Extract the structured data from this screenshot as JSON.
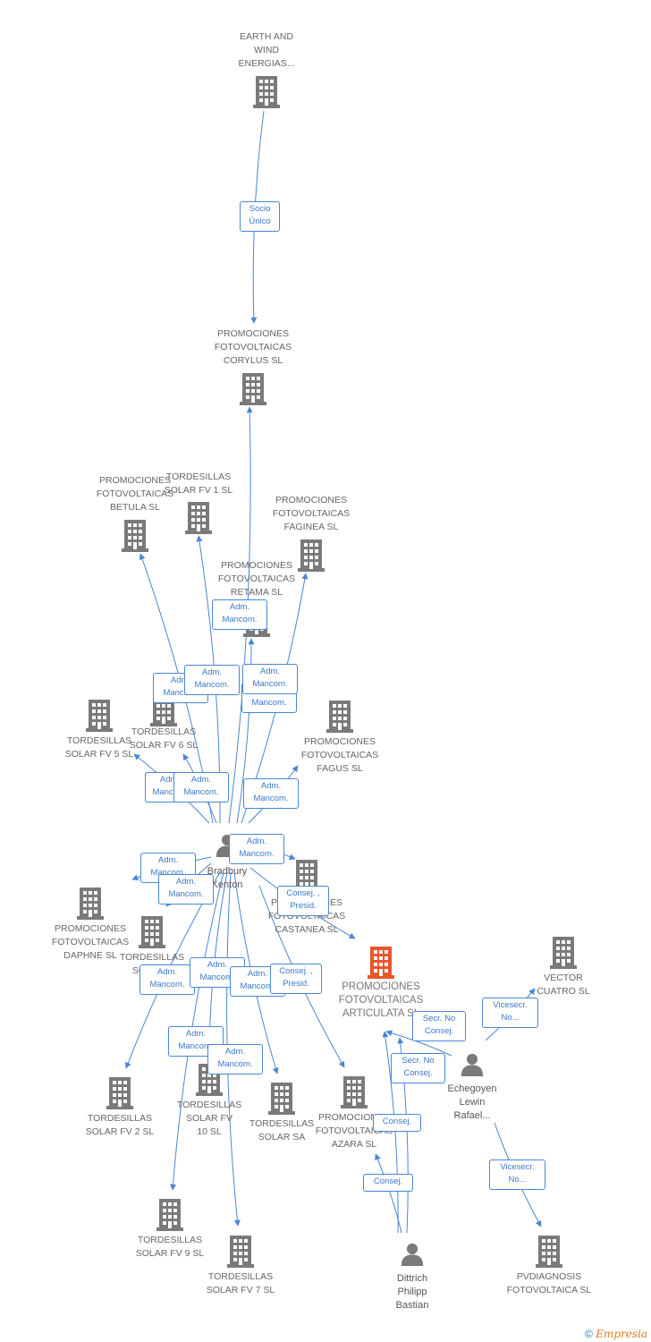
{
  "colors": {
    "company": "#7a7a7a",
    "primary_company": "#e8572a",
    "person": "#7a7a7a",
    "link": "#4a86d4"
  },
  "nodes": [
    {
      "id": "earth",
      "type": "company",
      "label_lines": [
        "EARTH AND",
        "WIND",
        "ENERGIAS..."
      ]
    },
    {
      "id": "corylus",
      "type": "company",
      "label_lines": [
        "PROMOCIONES",
        "FOTOVOLTAICAS",
        "CORYLUS SL"
      ]
    },
    {
      "id": "betula",
      "type": "company",
      "label_lines": [
        "PROMOCIONES",
        "FOTOVOLTAICAS",
        "BETULA SL"
      ]
    },
    {
      "id": "fv1",
      "type": "company",
      "label_lines": [
        "TORDESILLAS",
        "SOLAR FV 1 SL"
      ]
    },
    {
      "id": "faginea",
      "type": "company",
      "label_lines": [
        "PROMOCIONES",
        "FOTOVOLTAICAS",
        "FAGINEA SL"
      ]
    },
    {
      "id": "retama",
      "type": "company",
      "label_lines": [
        "PROMOCIONES",
        "FOTOVOLTAICAS",
        "RETAMA SL"
      ]
    },
    {
      "id": "fv5",
      "type": "company",
      "label_lines": [
        "TORDESILLAS",
        "SOLAR FV 5 SL"
      ]
    },
    {
      "id": "fv6",
      "type": "company",
      "label_lines": [
        "TORDESILLAS",
        "SOLAR FV 6 SL"
      ]
    },
    {
      "id": "fagus",
      "type": "company",
      "label_lines": [
        "PROMOCIONES",
        "FOTOVOLTAICAS",
        "FAGUS SL"
      ]
    },
    {
      "id": "castanea",
      "type": "company",
      "label_lines": [
        "PROMOCIONES",
        "FOTOVOLTAICAS",
        "CASTANEA SL"
      ]
    },
    {
      "id": "daphne",
      "type": "company",
      "label_lines": [
        "PROMOCIONES",
        "FOTOVOLTAICAS",
        "DAPHNE SL"
      ]
    },
    {
      "id": "solarsl",
      "type": "company",
      "label_lines": [
        "TORDESILLAS",
        "SOLAR..."
      ]
    },
    {
      "id": "articulata",
      "type": "primary",
      "label_lines": [
        "PROMOCIONES",
        "FOTOVOLTAICAS",
        "ARTICULATA SL"
      ]
    },
    {
      "id": "vector",
      "type": "company",
      "label_lines": [
        "VECTOR",
        "CUATRO SL"
      ]
    },
    {
      "id": "fv2",
      "type": "company",
      "label_lines": [
        "TORDESILLAS",
        "SOLAR FV 2 SL"
      ]
    },
    {
      "id": "fv10",
      "type": "company",
      "label_lines": [
        "TORDESILLAS",
        "SOLAR FV",
        "10 SL"
      ]
    },
    {
      "id": "solarsa",
      "type": "company",
      "label_lines": [
        "TORDESILLAS",
        "SOLAR SA"
      ]
    },
    {
      "id": "azara",
      "type": "company",
      "label_lines": [
        "PROMOCIONES",
        "FOTOVOLTAICAS",
        "AZARA SL"
      ]
    },
    {
      "id": "fv9",
      "type": "company",
      "label_lines": [
        "TORDESILLAS",
        "SOLAR FV 9 SL"
      ]
    },
    {
      "id": "fv7",
      "type": "company",
      "label_lines": [
        "TORDESILLAS",
        "SOLAR FV 7 SL"
      ]
    },
    {
      "id": "pvdiag",
      "type": "company",
      "label_lines": [
        "PVDIAGNOSIS",
        "FOTOVOLTAICA SL"
      ]
    },
    {
      "id": "bradbury",
      "type": "person",
      "label_lines": [
        "Bradbury",
        "Kenton"
      ]
    },
    {
      "id": "echegoyen",
      "type": "person",
      "label_lines": [
        "Echegoyen",
        "Lewin",
        "Rafael..."
      ]
    },
    {
      "id": "dittrich",
      "type": "person",
      "label_lines": [
        "Dittrich",
        "Philipp",
        "Bastian"
      ]
    }
  ],
  "edges": [
    {
      "from": "earth",
      "to": "corylus",
      "label": "Socio Único",
      "label_lines": [
        "Socio",
        "Único"
      ]
    },
    {
      "from": "bradbury",
      "to": "corylus",
      "label": "Adm. Mancom.",
      "label_lines": [
        "Adm.",
        "Mancom."
      ]
    },
    {
      "from": "bradbury",
      "to": "betula",
      "label": "Adm. Mancom.",
      "label_lines": [
        "Adm.",
        "Mancom."
      ]
    },
    {
      "from": "bradbury",
      "to": "fv1",
      "label": "Adm. Mancom.",
      "label_lines": [
        "Adm.",
        "Mancom."
      ]
    },
    {
      "from": "bradbury",
      "to": "faginea",
      "label": "Adm. Mancom.",
      "label_lines": [
        "Adm.",
        "Mancom."
      ]
    },
    {
      "from": "bradbury",
      "to": "retama",
      "label": "Adm. Mancom.",
      "label_lines": [
        "Adm.",
        "Mancom."
      ]
    },
    {
      "from": "bradbury",
      "to": "fv5",
      "label": "Adm. Mancom.",
      "label_lines": [
        "Adm.",
        "Mancom."
      ]
    },
    {
      "from": "bradbury",
      "to": "fv6",
      "label": "Adm. Mancom.",
      "label_lines": [
        "Adm.",
        "Mancom."
      ]
    },
    {
      "from": "bradbury",
      "to": "fagus",
      "label": "Adm. Mancom.",
      "label_lines": [
        "Adm.",
        "Mancom."
      ]
    },
    {
      "from": "bradbury",
      "to": "castanea",
      "label": "Adm. Mancom.",
      "label_lines": [
        "Adm.",
        "Mancom."
      ]
    },
    {
      "from": "bradbury",
      "to": "daphne",
      "label": "Adm. Mancom.",
      "label_lines": [
        "Adm.",
        "Mancom."
      ]
    },
    {
      "from": "bradbury",
      "to": "solarsl",
      "label": "Adm. Mancom.",
      "label_lines": [
        "Adm.",
        "Mancom."
      ]
    },
    {
      "from": "bradbury",
      "to": "articulata",
      "label": "Consej. , Presid.",
      "label_lines": [
        "Consej. ,",
        "Presid."
      ]
    },
    {
      "from": "bradbury",
      "to": "fv2",
      "label": "Adm. Mancom.",
      "label_lines": [
        "Adm.",
        "Mancom."
      ]
    },
    {
      "from": "bradbury",
      "to": "fv10",
      "label": "Adm. Mancom.",
      "label_lines": [
        "Adm.",
        "Mancom."
      ]
    },
    {
      "from": "bradbury",
      "to": "solarsa",
      "label": "Adm. Mancom.",
      "label_lines": [
        "Adm.",
        "Mancom."
      ]
    },
    {
      "from": "bradbury",
      "to": "azara",
      "label": "Consej. , Presid.",
      "label_lines": [
        "Consej. ,",
        "Presid."
      ]
    },
    {
      "from": "bradbury",
      "to": "fv9",
      "label": "Adm. Mancom.",
      "label_lines": [
        "Adm.",
        "Mancom."
      ]
    },
    {
      "from": "bradbury",
      "to": "fv7",
      "label": "Adm. Mancom.",
      "label_lines": [
        "Adm.",
        "Mancom."
      ]
    },
    {
      "from": "echegoyen",
      "to": "articulata",
      "label": "Secr. No Consej.",
      "label_lines": [
        "Secr. No",
        "Consej."
      ]
    },
    {
      "from": "echegoyen",
      "to": "vector",
      "label": "Vicesecr. No...",
      "label_lines": [
        "Vicesecr.",
        "No..."
      ]
    },
    {
      "from": "echegoyen",
      "to": "pvdiag",
      "label": "Vicesecr. No...",
      "label_lines": [
        "Vicesecr.",
        "No..."
      ]
    },
    {
      "from": "dittrich",
      "to": "articulata",
      "label": "Secr. No Consej.",
      "label_lines": [
        "Secr. No",
        "Consej."
      ]
    },
    {
      "from": "dittrich",
      "to": "azara",
      "label": "Consej.",
      "label_lines": [
        "Consej."
      ]
    },
    {
      "from": "dittrich",
      "to": "articulata",
      "label": "Consej.",
      "label_lines": [
        "Consej."
      ]
    }
  ],
  "footer": {
    "copyright": "©",
    "brand": "Empresia"
  }
}
